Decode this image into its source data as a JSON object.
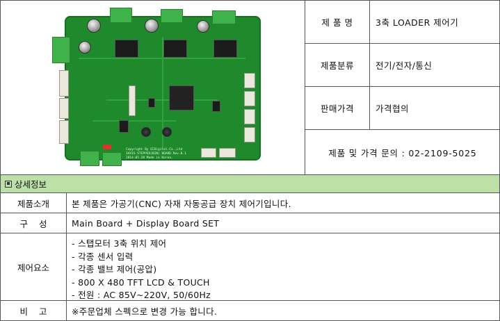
{
  "product": {
    "name_label": "제 품 명",
    "name_value": "3축 LOADER 제어기",
    "category_label": "제품분류",
    "category_value": "전기/전자/통신",
    "price_label": "판매가격",
    "price_value": "가격협의",
    "contact": "제품 및 가격 문의 : 02-2109-5025"
  },
  "details": {
    "section_title": "상세정보",
    "intro_label": "제품소개",
    "intro_value": "본 제품은 가공기(CNC) 자재 자동공급 장치 제어기입니다.",
    "config_label": "구    성",
    "config_value": "Main Board + Display Board SET",
    "elements_label": "제어요소",
    "elements": [
      "- 스탭모터 3축 위치 제어",
      "- 각종 센서 입력",
      "- 각종 밸브 제어(공압)",
      "- 800 X 480 TFT LCD & TOUCH",
      "- 전원 : AC 85V~220V, 50/60Hz"
    ],
    "note_label": "비    고",
    "note_value": "※주문업체 스펙으로 변경 가능 합니다."
  },
  "board": {
    "silk_line1": "Copyright By ECDigital.Co.,Ltd",
    "silk_line2": "3AXIS STEPPER(BIN) BOARD Rev.0.1",
    "silk_line3": "2014.05.20 Made in Korea."
  },
  "colors": {
    "section_header_bg": "#bce0a8",
    "pcb_green": "#1f8a2c",
    "border": "#555555"
  }
}
